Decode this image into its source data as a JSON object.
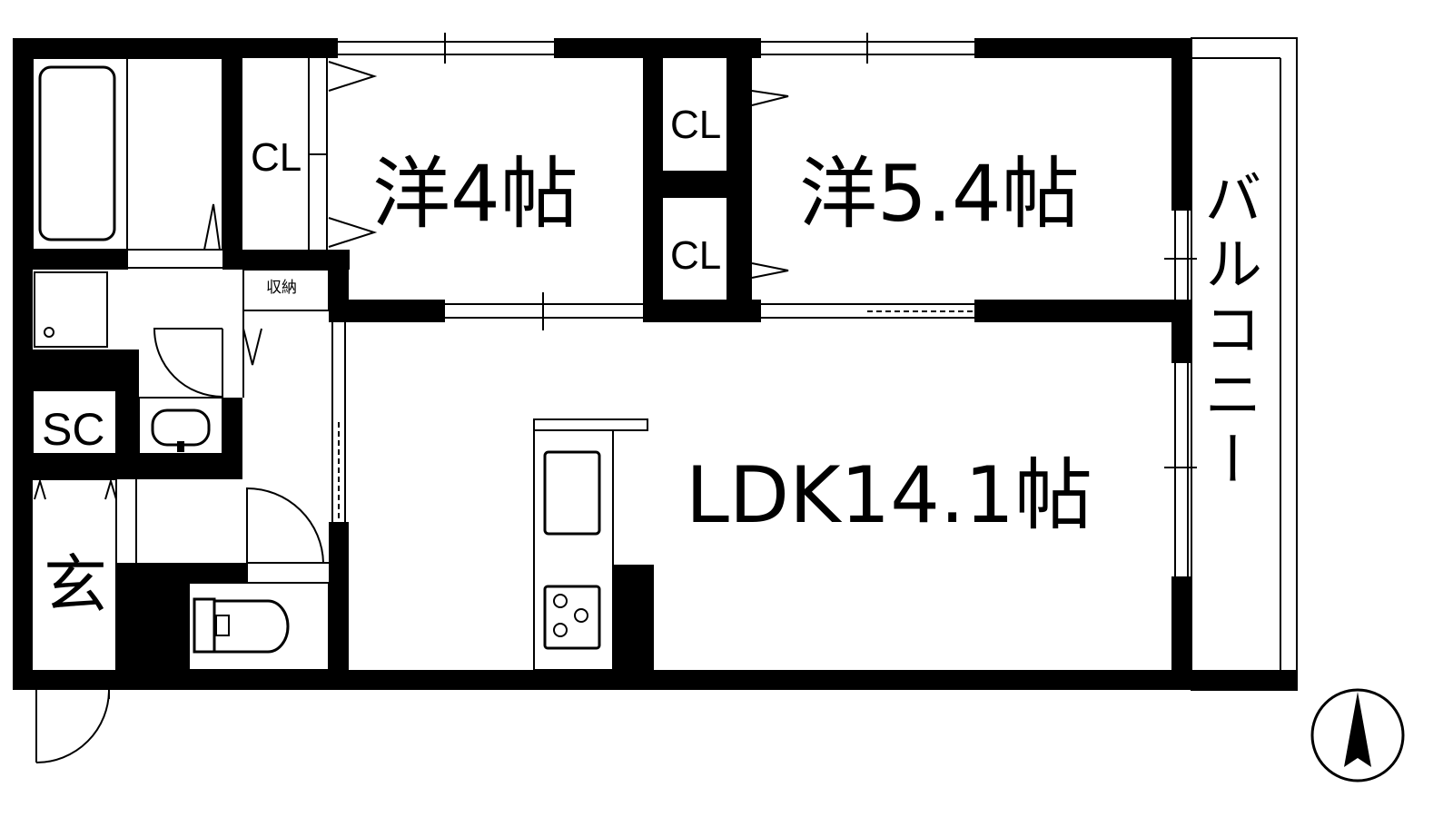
{
  "floor_plan": {
    "rooms": {
      "western_4": "洋4帖",
      "western_5_4": "洋5.4帖",
      "ldk": "LDK14.1帖",
      "balcony": "バルコニー",
      "entrance": "玄",
      "shoe_closet": "SC",
      "storage": "収納"
    },
    "closets": {
      "cl_1": "CL",
      "cl_2": "CL",
      "cl_3": "CL"
    }
  },
  "colors": {
    "wall": "#000000",
    "background": "#ffffff"
  },
  "icons": {
    "compass": "north-arrow-icon"
  }
}
